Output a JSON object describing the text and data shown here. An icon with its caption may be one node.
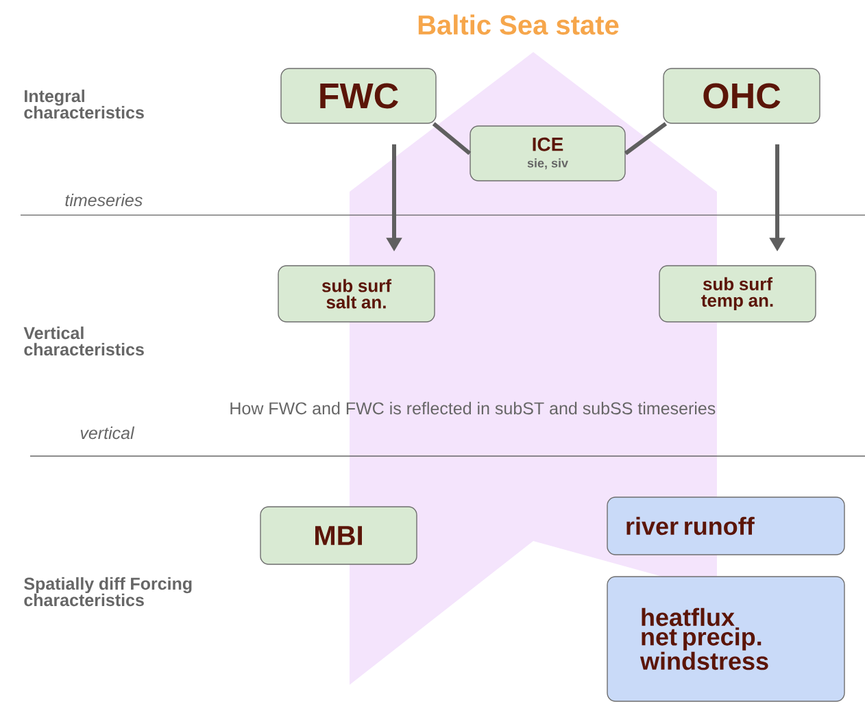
{
  "diagram": {
    "title": "Baltic Sea state",
    "nodes": [
      {
        "text": [
          "FWC"
        ]
      },
      {
        "text": [
          "OHC"
        ]
      },
      {
        "text": [
          "ICE",
          "sie, siv"
        ]
      },
      {
        "text": [
          "sub surf salt an."
        ]
      },
      {
        "text": [
          "sub surf temp an."
        ]
      },
      {
        "text": [
          "MBI"
        ]
      },
      {
        "text": [
          "river runoff"
        ]
      },
      {
        "text": [
          "heatflux net precip. windstress"
        ]
      }
    ],
    "edges": [
      {
        "from": 0,
        "to": 2,
        "arrow": "none"
      },
      {
        "from": 1,
        "to": 2,
        "arrow": "none"
      },
      {
        "from": 0,
        "to": 3,
        "arrow": "to"
      },
      {
        "from": 1,
        "to": 4,
        "arrow": "to"
      }
    ],
    "labels": [
      "Integral characteristics",
      "timeseries",
      "Vertical characteristics",
      "How FWC and FWC is reflected in subST and subSS timeseries",
      "vertical",
      "Spatially diff Forcing characteristics"
    ]
  }
}
